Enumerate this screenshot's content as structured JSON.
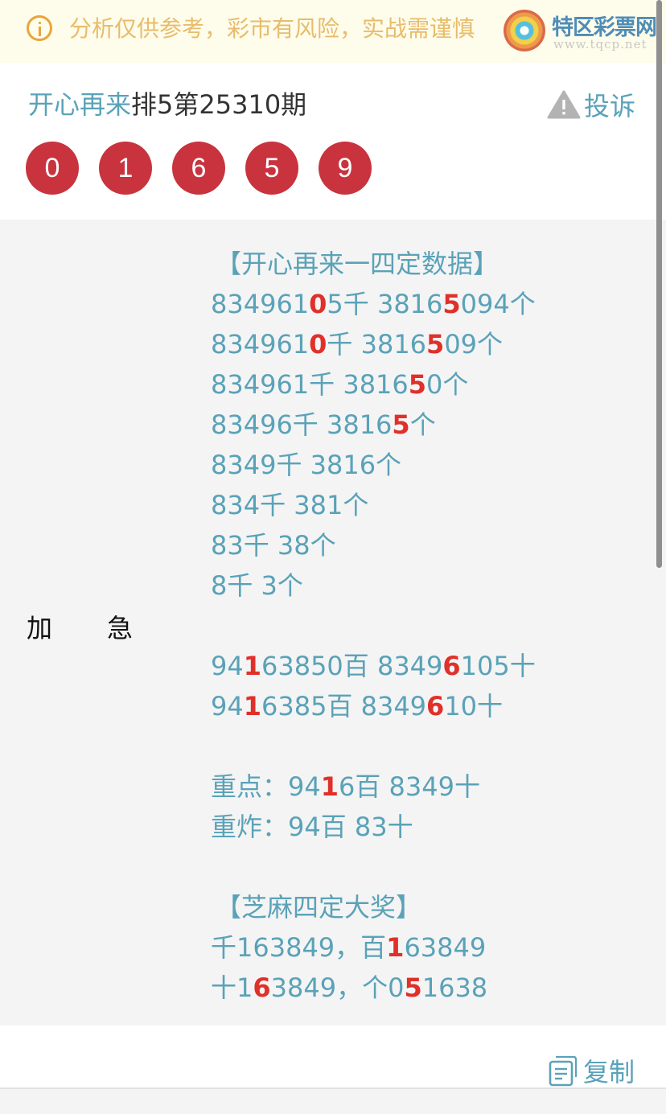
{
  "notice": {
    "icon": "info-circle-icon",
    "text": "分析仅供参考，彩市有风险，实战需谨慎"
  },
  "brand": {
    "name": "特区彩票网",
    "url": "www.tqcp.net"
  },
  "header": {
    "title_lottery": "开心再来",
    "title_rest": "排5第25310期",
    "complain_label": "投诉",
    "complain_icon": "warning-triangle-icon",
    "draw_numbers": [
      "0",
      "1",
      "6",
      "5",
      "9"
    ]
  },
  "colors": {
    "accent_text": "#5aa2b8",
    "highlight": "#e0302a",
    "ball": "#c8333e",
    "notice_bg": "#fefcea",
    "notice_text": "#e8bc6c"
  },
  "content": {
    "label_left": [
      "加",
      "急"
    ],
    "lines": [
      {
        "segments": [
          {
            "t": "【开心再来一四定数据】"
          }
        ],
        "head": true
      },
      {
        "segments": [
          {
            "t": "834961"
          },
          {
            "t": "0",
            "hl": true
          },
          {
            "t": "5千 3816"
          },
          {
            "t": "5",
            "hl": true
          },
          {
            "t": "094个"
          }
        ]
      },
      {
        "segments": [
          {
            "t": "834961"
          },
          {
            "t": "0",
            "hl": true
          },
          {
            "t": "千 3816"
          },
          {
            "t": "5",
            "hl": true
          },
          {
            "t": "09个"
          }
        ]
      },
      {
        "segments": [
          {
            "t": "834961千 3816"
          },
          {
            "t": "5",
            "hl": true
          },
          {
            "t": "0个"
          }
        ]
      },
      {
        "segments": [
          {
            "t": "83496千 3816"
          },
          {
            "t": "5",
            "hl": true
          },
          {
            "t": "个"
          }
        ]
      },
      {
        "segments": [
          {
            "t": "8349千 3816个"
          }
        ]
      },
      {
        "segments": [
          {
            "t": "834千 381个"
          }
        ]
      },
      {
        "segments": [
          {
            "t": "83千 38个"
          }
        ]
      },
      {
        "segments": [
          {
            "t": "8千 3个"
          }
        ]
      },
      {
        "segments": [
          {
            "t": ""
          }
        ]
      },
      {
        "segments": [
          {
            "t": "94"
          },
          {
            "t": "1",
            "hl": true
          },
          {
            "t": "63850百 8349"
          },
          {
            "t": "6",
            "hl": true
          },
          {
            "t": "105十"
          }
        ]
      },
      {
        "segments": [
          {
            "t": "94"
          },
          {
            "t": "1",
            "hl": true
          },
          {
            "t": "6385百 8349"
          },
          {
            "t": "6",
            "hl": true
          },
          {
            "t": "10十"
          }
        ]
      },
      {
        "segments": [
          {
            "t": ""
          }
        ]
      },
      {
        "segments": [
          {
            "t": "重点：94"
          },
          {
            "t": "1",
            "hl": true
          },
          {
            "t": "6百 8349十"
          }
        ]
      },
      {
        "segments": [
          {
            "t": "重炸：94百 83十"
          }
        ]
      },
      {
        "segments": [
          {
            "t": ""
          }
        ]
      },
      {
        "segments": [
          {
            "t": "【芝麻四定大奖】"
          }
        ],
        "head": true
      },
      {
        "segments": [
          {
            "t": "千163849，百"
          },
          {
            "t": "1",
            "hl": true
          },
          {
            "t": "63849"
          }
        ]
      },
      {
        "segments": [
          {
            "t": "十1"
          },
          {
            "t": "6",
            "hl": true
          },
          {
            "t": "3849，个0"
          },
          {
            "t": "5",
            "hl": true
          },
          {
            "t": "1638"
          }
        ]
      }
    ]
  },
  "footer": {
    "copy_label": "复制",
    "copy_icon": "copy-document-icon"
  }
}
